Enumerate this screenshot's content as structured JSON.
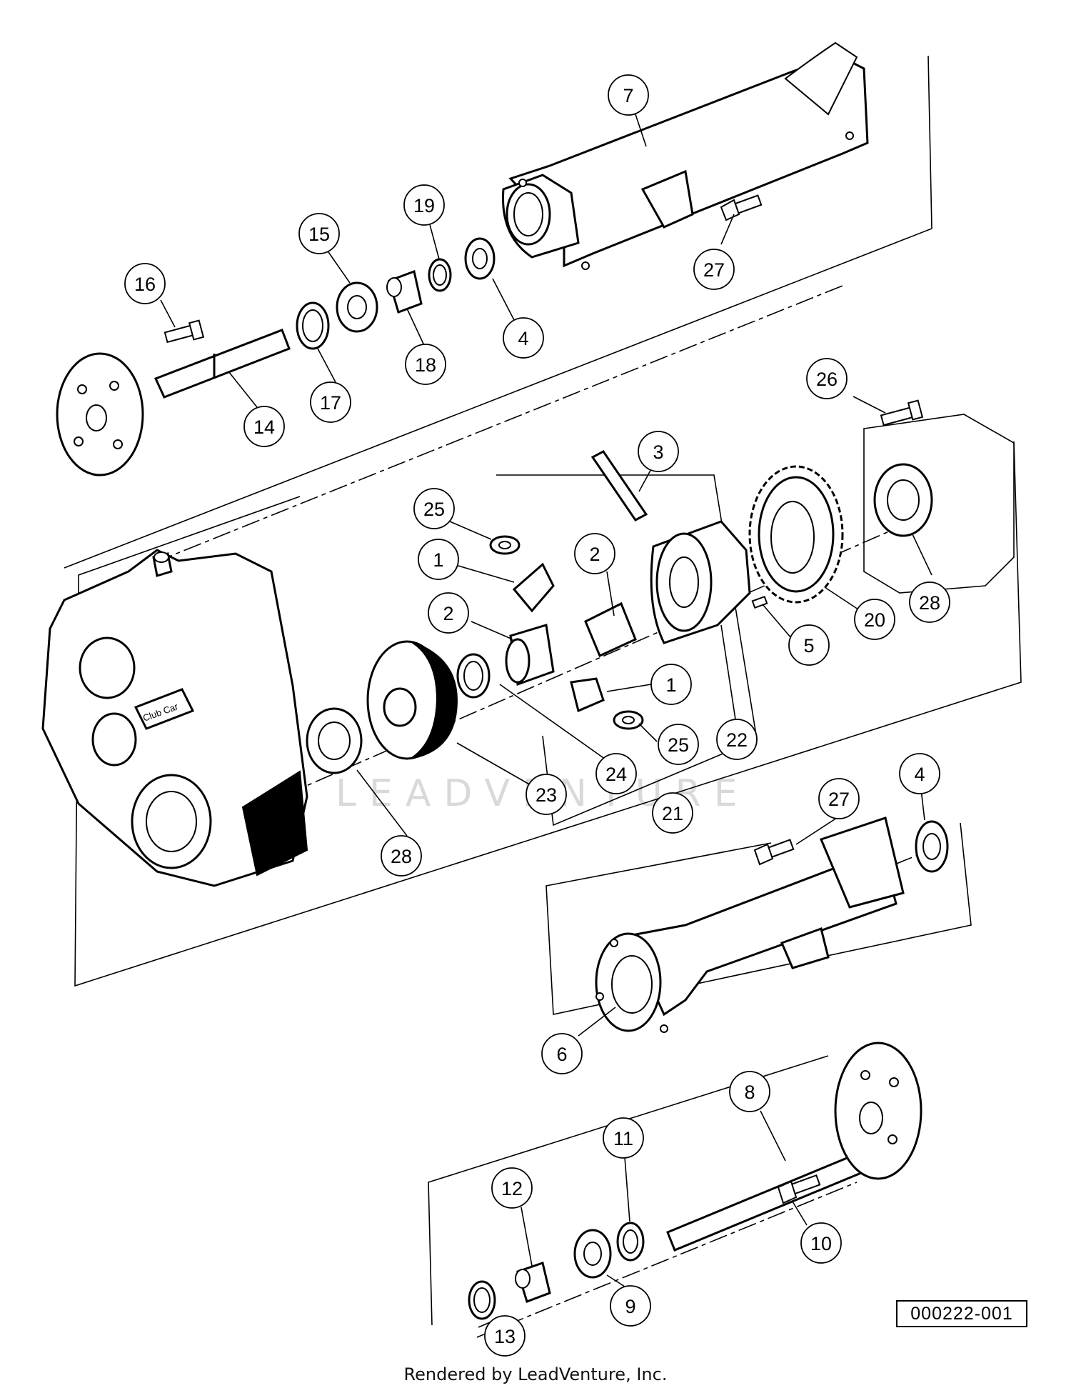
{
  "reference_number": "000222-001",
  "footer_text": "Rendered by LeadVenture, Inc.",
  "watermark": "LEADVENTURE",
  "case_badge": "Club Car",
  "callouts": [
    {
      "id": "c7",
      "label": "7"
    },
    {
      "id": "c19",
      "label": "19"
    },
    {
      "id": "c15",
      "label": "15"
    },
    {
      "id": "c16",
      "label": "16"
    },
    {
      "id": "c27a",
      "label": "27"
    },
    {
      "id": "c4a",
      "label": "4"
    },
    {
      "id": "c18",
      "label": "18"
    },
    {
      "id": "c17",
      "label": "17"
    },
    {
      "id": "c14",
      "label": "14"
    },
    {
      "id": "c26",
      "label": "26"
    },
    {
      "id": "c3",
      "label": "3"
    },
    {
      "id": "c25a",
      "label": "25"
    },
    {
      "id": "c1a",
      "label": "1"
    },
    {
      "id": "c2a",
      "label": "2"
    },
    {
      "id": "c2b",
      "label": "2"
    },
    {
      "id": "c28a",
      "label": "28"
    },
    {
      "id": "c20",
      "label": "20"
    },
    {
      "id": "c5",
      "label": "5"
    },
    {
      "id": "c1b",
      "label": "1"
    },
    {
      "id": "c22",
      "label": "22"
    },
    {
      "id": "c25b",
      "label": "25"
    },
    {
      "id": "c24",
      "label": "24"
    },
    {
      "id": "c23",
      "label": "23"
    },
    {
      "id": "c21",
      "label": "21"
    },
    {
      "id": "c28b",
      "label": "28"
    },
    {
      "id": "c27b",
      "label": "27"
    },
    {
      "id": "c4b",
      "label": "4"
    },
    {
      "id": "c6",
      "label": "6"
    },
    {
      "id": "c8",
      "label": "8"
    },
    {
      "id": "c11",
      "label": "11"
    },
    {
      "id": "c12",
      "label": "12"
    },
    {
      "id": "c10",
      "label": "10"
    },
    {
      "id": "c9",
      "label": "9"
    },
    {
      "id": "c13",
      "label": "13"
    }
  ]
}
